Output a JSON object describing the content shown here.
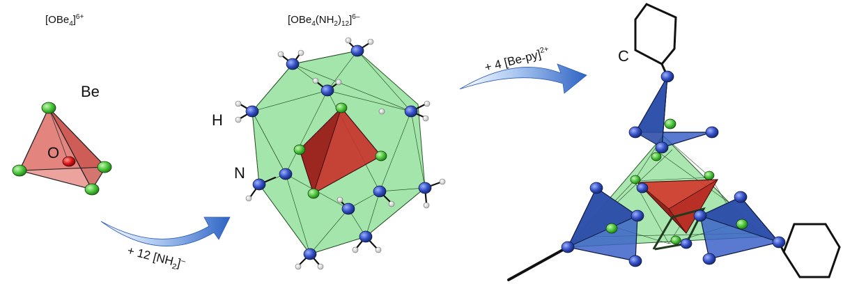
{
  "formulas": {
    "f1": {
      "base": "[OBe",
      "sub1": "4",
      "close": "]",
      "charge": "6+"
    },
    "f2": {
      "base": "[OBe",
      "sub1": "4",
      "mid": "(NH",
      "sub2": "2",
      "mid2": ")",
      "sub3": "12",
      "close": "]",
      "charge": "6–"
    }
  },
  "atom_labels": {
    "be": "Be",
    "o": "O",
    "h": "H",
    "n": "N",
    "c": "C"
  },
  "arrows": {
    "arrow1": {
      "prefix": "+ 12 [NH",
      "sub": "2",
      "close": "]",
      "charge": "–"
    },
    "arrow2": {
      "prefix": "+ 4 [Be-py]",
      "charge": "2+"
    }
  },
  "colors": {
    "oxygen": "#e01818",
    "beryllium": "#3cc23c",
    "nitrogen": "#3350c4",
    "hydrogen": "#ffffff",
    "core_tetrahedron": "#c9302a",
    "shell_polyhedron": "#7fd88a",
    "outer_tetrahedra": "#3c63c8",
    "arrow": "#3b73cf"
  }
}
